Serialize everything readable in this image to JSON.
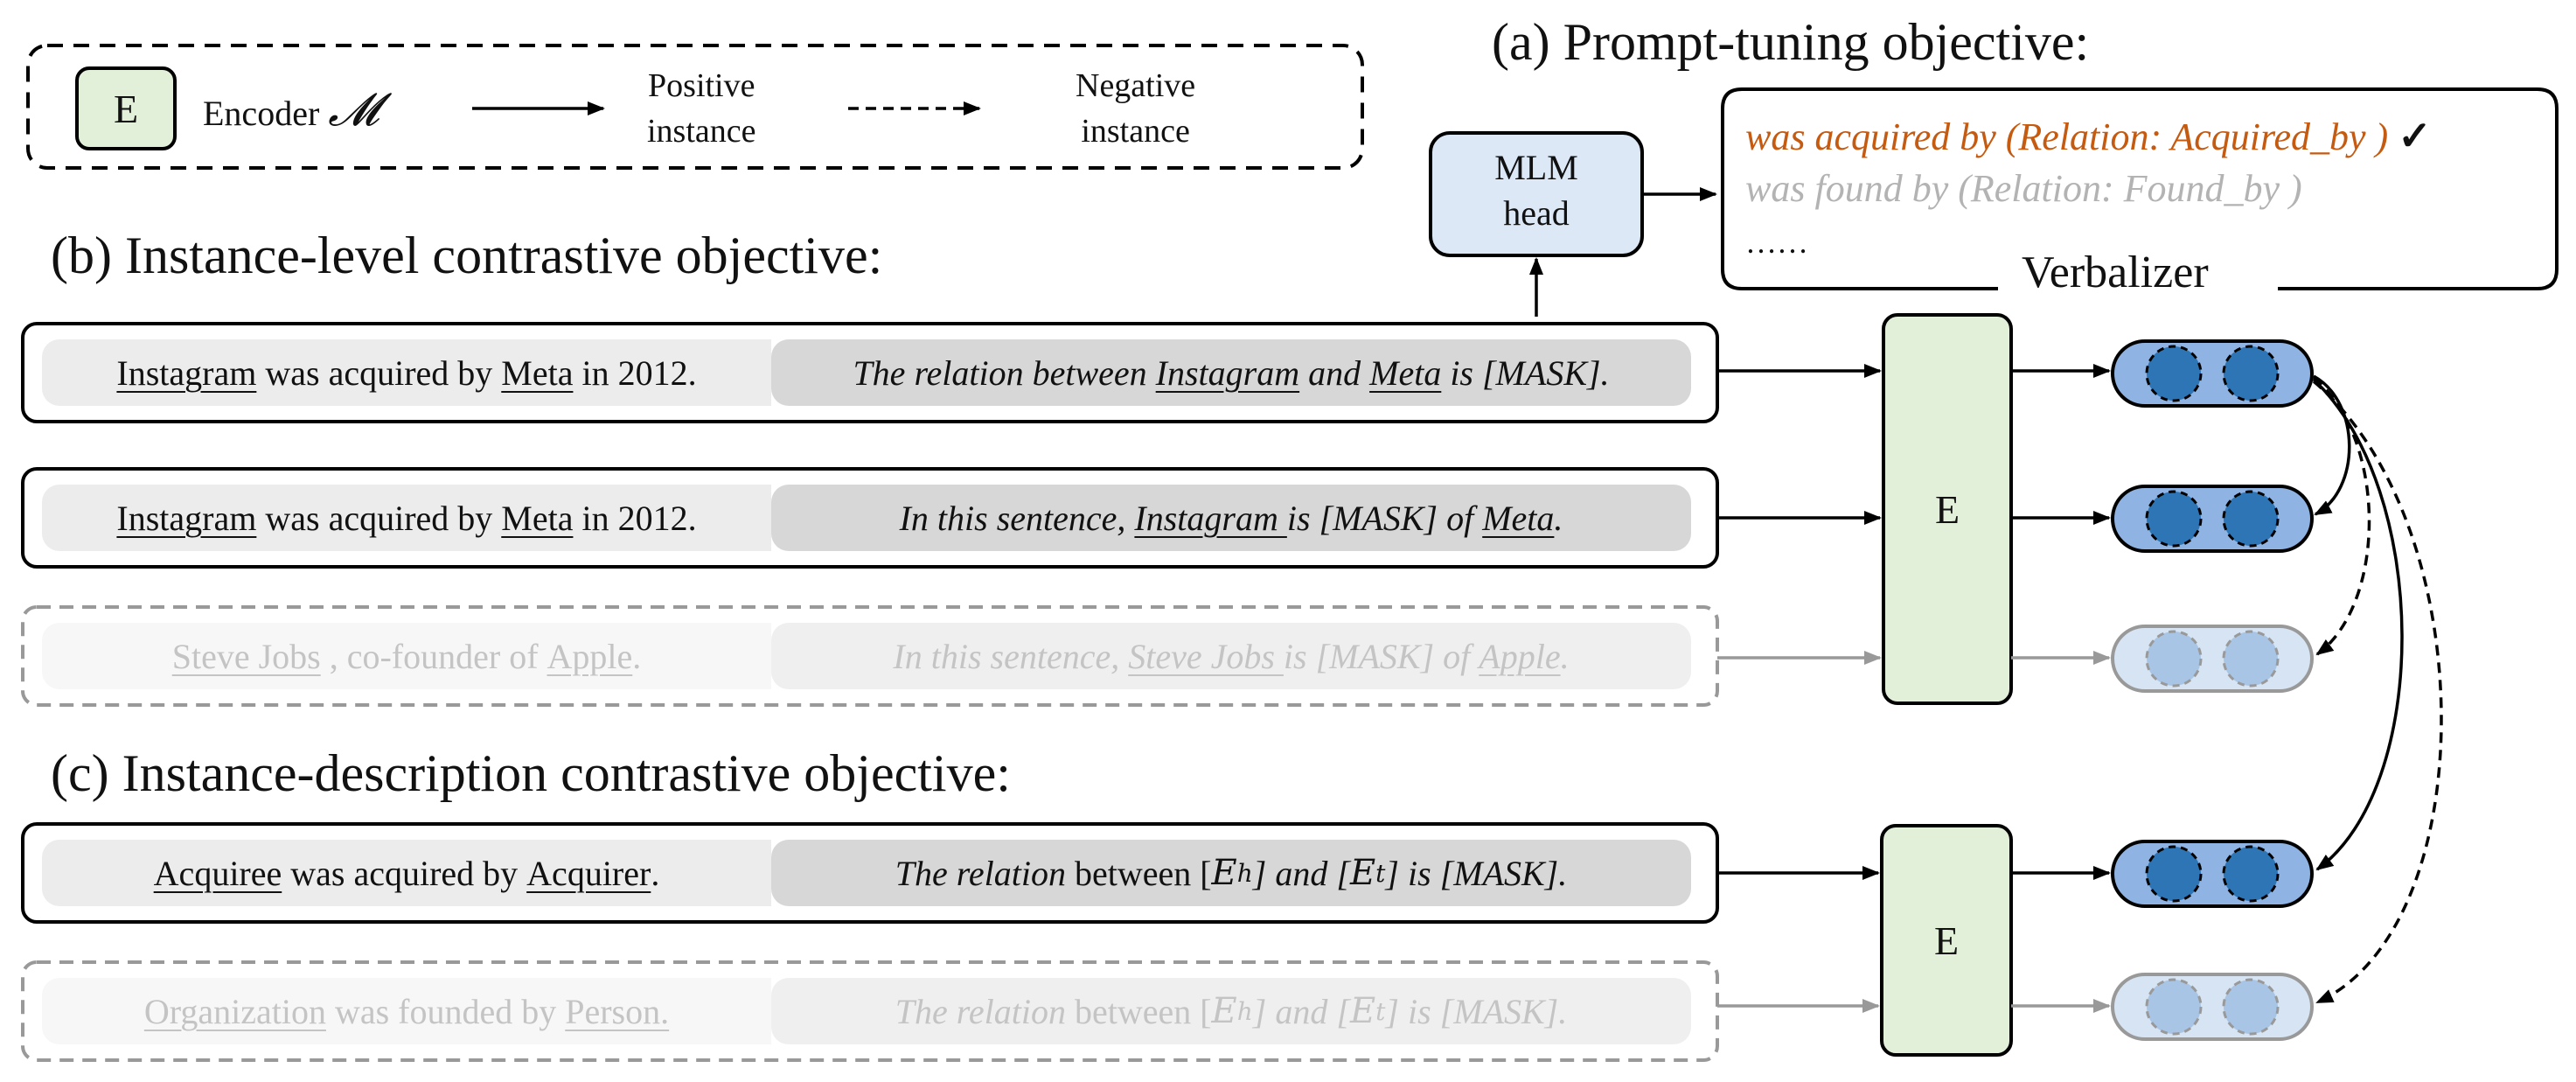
{
  "legend": {
    "encoder_box": "E",
    "encoder_label": "Encoder",
    "encoder_symbol": "𝓜",
    "positive_line1": "Positive",
    "positive_line2": "instance",
    "negative_line1": "Negative",
    "negative_line2": "instance"
  },
  "section_a": {
    "title": "(a) Prompt-tuning objective:",
    "mlm_head_line1": "MLM",
    "mlm_head_line2": "head",
    "verbalizer_title": "Verbalizer",
    "verbalizer_lines": [
      "was acquired by (Relation: Acquired_by )",
      "was found by (Relation: Found_by )",
      "……"
    ],
    "check_mark": "✓"
  },
  "section_b": {
    "title": "(b) Instance-level contrastive objective:",
    "rows": [
      {
        "left": {
          "e1": "Instagram",
          "mid": " was acquired by ",
          "e2": "Meta",
          "end": " in 2012."
        },
        "right": {
          "pre": "The relation between ",
          "e1": "Instagram",
          "mid": " and ",
          "e2": "Meta",
          "end": " is [MASK]."
        }
      },
      {
        "left": {
          "e1": "Instagram",
          "mid": " was acquired by ",
          "e2": "Meta",
          "end": " in 2012."
        },
        "right": {
          "pre": "In this sentence, ",
          "e1": "Instagram ",
          "mid": "is [MASK] of ",
          "e2": "Meta",
          "end": "."
        }
      },
      {
        "left": {
          "e1": "Steve Jobs",
          "mid": " , co-founder of ",
          "e2": "Apple",
          "end": "."
        },
        "right": {
          "pre": "In this sentence, ",
          "e1": "Steve Jobs ",
          "mid": "is [MASK] of ",
          "e2": "Apple",
          "end": "."
        }
      }
    ],
    "encoder_label": "E"
  },
  "section_c": {
    "title": "(c) Instance-description contrastive objective:",
    "rows": [
      {
        "left": {
          "e1": "Acquiree",
          "mid": " was acquired by ",
          "e2": "Acquirer",
          "end": "."
        },
        "right": {
          "pre": "The relation",
          "between": " between [",
          "eh_base": "E",
          "eh_sub": "h",
          "and": "] and [",
          "et_base": "E",
          "et_sub": "t",
          "end": "] is [MASK]."
        }
      },
      {
        "left": {
          "e1": "Organization",
          "mid": " was founded by ",
          "e2": "Person.",
          "end": ""
        },
        "right": {
          "pre": "The relation",
          "between": " between [",
          "eh_base": "E",
          "eh_sub": "h",
          "and": "] and [",
          "et_base": "E",
          "et_sub": "t",
          "end": "] is [MASK]."
        }
      }
    ],
    "encoder_label": "E"
  },
  "colors": {
    "encoder_fill": "#e2efd9",
    "mlm_fill": "#dce8f5",
    "dot_dark": "#2e75b6",
    "pill_dark": "#8fb4e3",
    "dot_light": "#a9c5e6",
    "pill_light": "#d6e4f3",
    "verbalizer_highlight": "#c55a11",
    "faded_text": "#c4c4c4"
  }
}
